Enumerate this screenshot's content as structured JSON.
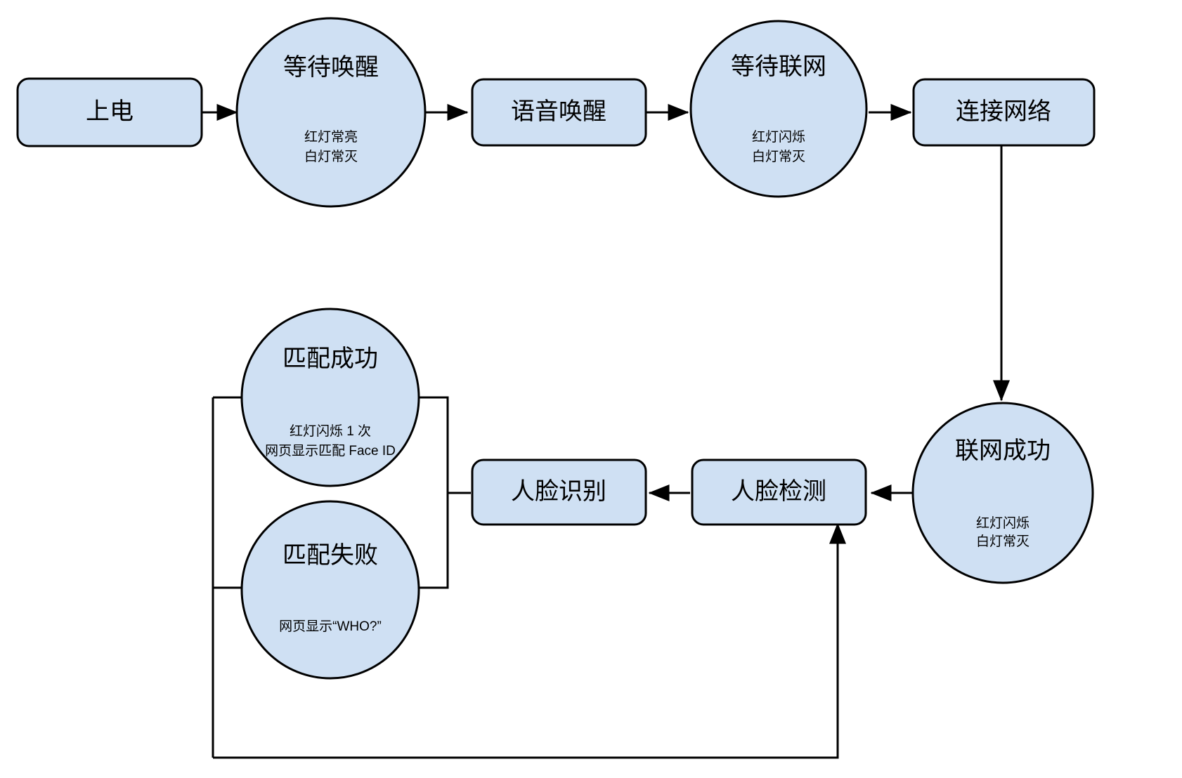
{
  "diagram": {
    "title_text_color": "#000000",
    "node_fill": "#cfe0f3",
    "node_stroke": "#000000",
    "background": "#ffffff",
    "nodes": {
      "power_on": {
        "label": "上电"
      },
      "wait_wakeup": {
        "label": "等待唤醒",
        "sub_line1": "红灯常亮",
        "sub_line2": "白灯常灭"
      },
      "voice_wakeup": {
        "label": "语音唤醒"
      },
      "wait_network": {
        "label": "等待联网",
        "sub_line1": "红灯闪烁",
        "sub_line2": "白灯常灭"
      },
      "connect_network": {
        "label": "连接网络"
      },
      "network_success": {
        "label": "联网成功",
        "sub_line1": "红灯闪烁",
        "sub_line2": "白灯常灭"
      },
      "face_detect": {
        "label": "人脸检测"
      },
      "face_recognize": {
        "label": "人脸识别"
      },
      "match_success": {
        "label": "匹配成功",
        "sub_line1": "红灯闪烁 1 次",
        "sub_line2": "网页显示匹配 Face ID"
      },
      "match_fail": {
        "label": "匹配失败",
        "sub_line1": "网页显示“WHO?”",
        "sub_line2": ""
      }
    },
    "edges": [
      {
        "name": "power-on-to-wait-wakeup",
        "from": "power_on",
        "to": "wait_wakeup"
      },
      {
        "name": "wait-wakeup-to-voice-wakeup",
        "from": "wait_wakeup",
        "to": "voice_wakeup"
      },
      {
        "name": "voice-wakeup-to-wait-network",
        "from": "voice_wakeup",
        "to": "wait_network"
      },
      {
        "name": "wait-network-to-connect-network",
        "from": "wait_network",
        "to": "connect_network"
      },
      {
        "name": "connect-network-to-network-success",
        "from": "connect_network",
        "to": "network_success"
      },
      {
        "name": "network-success-to-face-detect",
        "from": "network_success",
        "to": "face_detect"
      },
      {
        "name": "face-detect-to-face-recognize",
        "from": "face_detect",
        "to": "face_recognize"
      },
      {
        "name": "face-recognize-to-match-results",
        "from": "face_recognize",
        "to": "match_success / match_fail"
      },
      {
        "name": "match-fail-loop-to-face-detect",
        "from": "match_fail",
        "to": "face_detect"
      }
    ]
  }
}
